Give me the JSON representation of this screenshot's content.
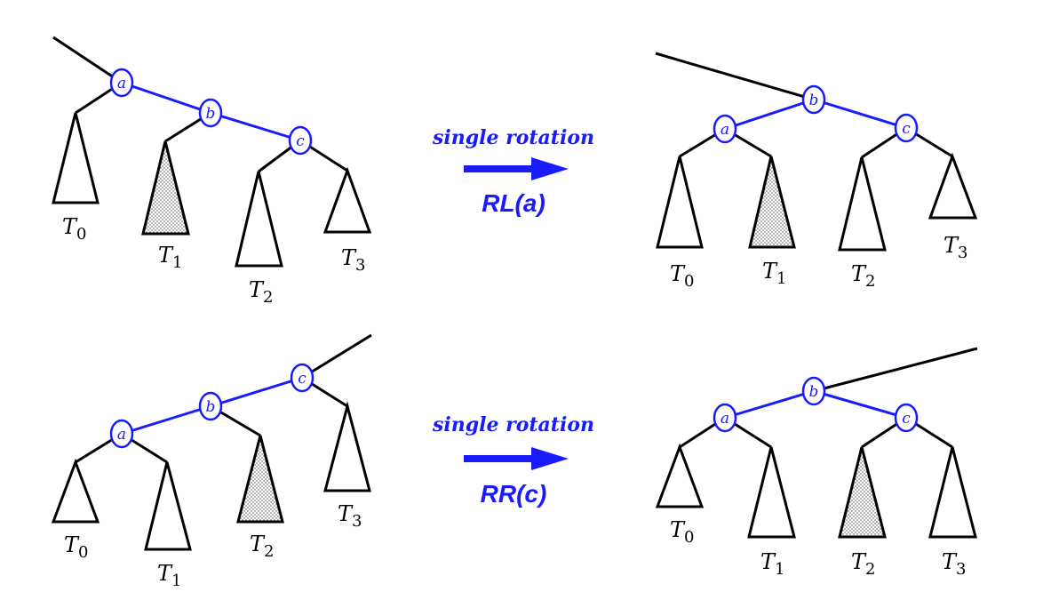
{
  "colors": {
    "accent": "#1a1aff",
    "edge": "#000000",
    "background": "#ffffff"
  },
  "rotations": [
    {
      "caption": "single rotation",
      "name": "RL(a)"
    },
    {
      "caption": "single rotation",
      "name": "RR(c)"
    }
  ],
  "trees": [
    {
      "id": "top-left",
      "nodes": [
        "a",
        "b",
        "c"
      ],
      "subtrees": [
        {
          "base": "T",
          "sub": "0",
          "shaded": false
        },
        {
          "base": "T",
          "sub": "1",
          "shaded": true
        },
        {
          "base": "T",
          "sub": "2",
          "shaded": false
        },
        {
          "base": "T",
          "sub": "3",
          "shaded": false
        }
      ]
    },
    {
      "id": "top-right",
      "nodes": [
        "a",
        "b",
        "c"
      ],
      "subtrees": [
        {
          "base": "T",
          "sub": "0",
          "shaded": false
        },
        {
          "base": "T",
          "sub": "1",
          "shaded": true
        },
        {
          "base": "T",
          "sub": "2",
          "shaded": false
        },
        {
          "base": "T",
          "sub": "3",
          "shaded": false
        }
      ]
    },
    {
      "id": "bottom-left",
      "nodes": [
        "a",
        "b",
        "c"
      ],
      "subtrees": [
        {
          "base": "T",
          "sub": "0",
          "shaded": false
        },
        {
          "base": "T",
          "sub": "1",
          "shaded": false
        },
        {
          "base": "T",
          "sub": "2",
          "shaded": true
        },
        {
          "base": "T",
          "sub": "3",
          "shaded": false
        }
      ]
    },
    {
      "id": "bottom-right",
      "nodes": [
        "a",
        "b",
        "c"
      ],
      "subtrees": [
        {
          "base": "T",
          "sub": "0",
          "shaded": false
        },
        {
          "base": "T",
          "sub": "1",
          "shaded": false
        },
        {
          "base": "T",
          "sub": "2",
          "shaded": true
        },
        {
          "base": "T",
          "sub": "3",
          "shaded": false
        }
      ]
    }
  ]
}
